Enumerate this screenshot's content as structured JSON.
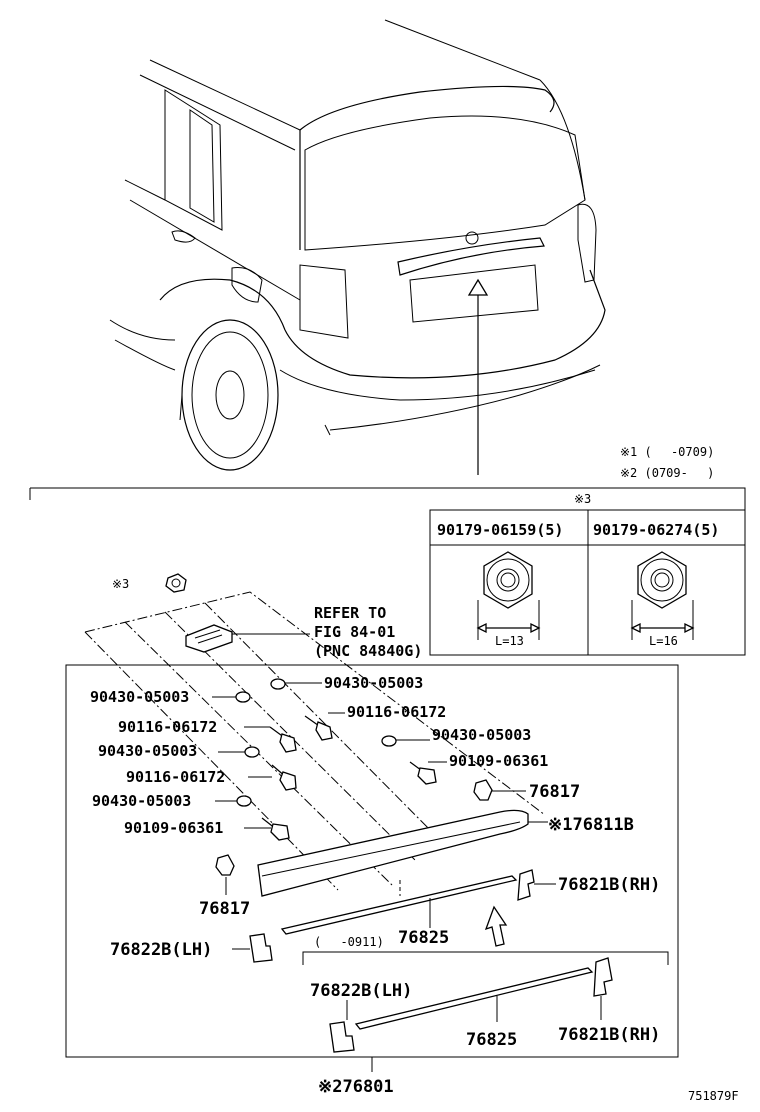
{
  "notes": {
    "note1": "※1 (　 -0709)",
    "note2": "※2 (0709-　 )"
  },
  "bolt_table": {
    "marker": "※3",
    "col1": "90179-06159(5)",
    "col2": "90179-06274(5)",
    "len1": "L=13",
    "len2": "L=16"
  },
  "labels": {
    "mark3": "※3",
    "refer1": "REFER TO",
    "refer2": "FIG 84-01",
    "refer3": "(PNC 84840G)",
    "p1": "90430-05003",
    "p2": "90430-05003",
    "p3": "90116-06172",
    "p4": "90116-06172",
    "p5": "90430-05003",
    "p6": "90430-05003",
    "p7": "90430-05003",
    "p8": "90116-06172",
    "p9": "90109-06361",
    "p10": "90109-06361",
    "p11": "76817",
    "p12": "※176811B",
    "p13": "76817",
    "p14": "76821B(RH)",
    "p15": "76825",
    "p16": "76822B(LH)",
    "p17": "(　 -0911)",
    "p18": "76822B(LH)",
    "p19": "76825",
    "p20": "76821B(RH)",
    "p21": "※276801",
    "code": "751879F"
  }
}
